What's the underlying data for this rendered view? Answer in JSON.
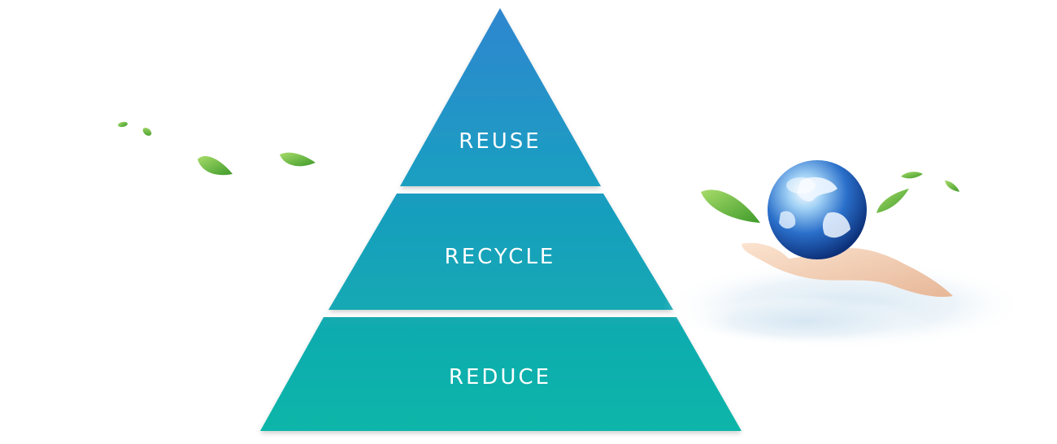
{
  "pyramid": {
    "tiers": [
      {
        "label": "REUSE",
        "color_top": "#2b8fcc",
        "color_bottom": "#1aa0c0"
      },
      {
        "label": "RECYCLE",
        "color_top": "#1b9cbf",
        "color_bottom": "#14a8b4"
      },
      {
        "label": "REDUCE",
        "color_top": "#13a9b0",
        "color_bottom": "#0cb3a8"
      }
    ]
  },
  "illustration": {
    "globe_icon": "globe-icon",
    "hand_icon": "hand-icon",
    "leaf_icon": "leaf-icon",
    "accent_leaf": "#7fc241",
    "accent_globe": "#1f5fb8",
    "cloud": "#dbe9f3"
  }
}
